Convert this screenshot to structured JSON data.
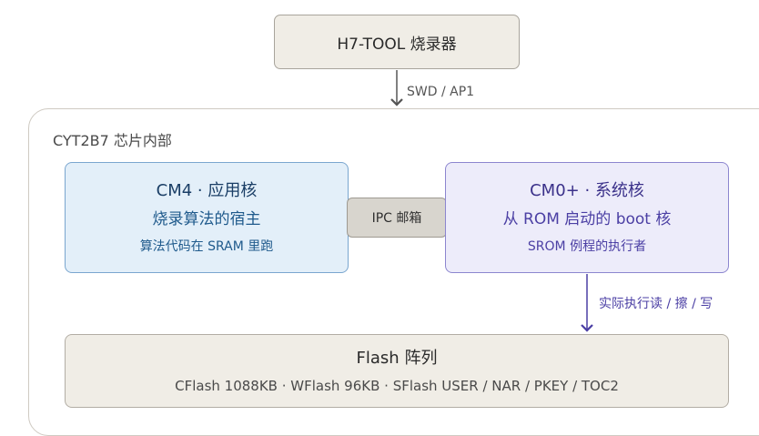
{
  "programmer": {
    "title": "H7-TOOL 烧录器"
  },
  "link": {
    "label": "SWD / AP1"
  },
  "chip": {
    "label": "CYT2B7 芯片内部"
  },
  "cm4": {
    "title": "CM4 · 应用核",
    "role": "烧录算法的宿主",
    "note": "算法代码在 SRAM 里跑"
  },
  "ipc": {
    "label": "IPC 邮箱"
  },
  "cm0": {
    "title": "CM0+ · 系统核",
    "role": "从 ROM 启动的 boot 核",
    "note": "SROM 例程的执行者"
  },
  "flash_link": {
    "label": "实际执行读 / 擦 / 写"
  },
  "flash": {
    "title": "Flash 阵列",
    "details": "CFlash 1088KB · WFlash 96KB · SFlash USER / NAR / PKEY / TOC2"
  },
  "colors": {
    "cm4_fill": "#e3eff9",
    "cm4_accent": "#1f5a8c",
    "cm0_fill": "#edecfa",
    "cm0_accent": "#4b3fa4",
    "neutral_fill": "#f0ede6",
    "ipc_fill": "#d8d5ce"
  }
}
